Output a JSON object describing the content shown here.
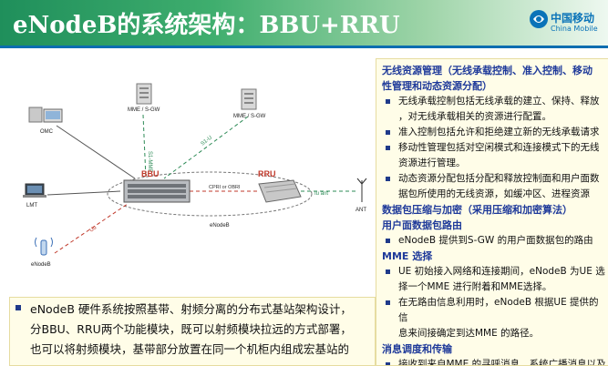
{
  "header": {
    "title": "eNodeB的系统架构：BBU+RRU"
  },
  "logo": {
    "cn": "中国移动",
    "en": "China Mobile"
  },
  "diagram": {
    "nodes": {
      "mme_top": "MME / S-GW",
      "mme_right": "MME / S-GW",
      "omc": "OMC",
      "lmt": "LMT",
      "enodeb_ue": "eNodeB",
      "ant": "ANT",
      "bbu": "BBU",
      "rru": "RRU",
      "enodeb_caption": "eNodeB"
    },
    "links": {
      "s1_mme": "S1-MME",
      "s1_u": "S1-U",
      "cpri": "CPRI or OBRI",
      "iu_ant": "Iu ant",
      "uu": "Uu"
    }
  },
  "left_panel": {
    "lines": [
      "eNodeB 硬件系统按照基带、射频分离的分布式基站架构设计，",
      "分BBU、RRU两个功能模块，既可以射频模块拉远的方式部署，",
      "也可以将射频模块，基带部分放置在同一个机柜内组成宏基站的"
    ]
  },
  "right_panel": {
    "sections": [
      {
        "heading": "无线资源管理（无线承载控制、准入控制、移动性管理和动态资源分配）",
        "heading_lines": [
          "无线资源管理（无线承载控制、准入控制、移动",
          "性管理和动态资源分配）"
        ],
        "items": [
          [
            "无线承载控制包括无线承载的建立、保持、释放",
            "，对无线承载相关的资源进行配置。"
          ],
          [
            "准入控制包括允许和拒绝建立新的无线承载请求"
          ],
          [
            "移动性管理包括对空闲模式和连接模式下的无线",
            "资源进行管理。"
          ],
          [
            "动态资源分配包括分配和释放控制面和用户面数",
            "据包所使用的无线资源，如缓冲区、进程资源"
          ]
        ]
      },
      {
        "heading_lines": [
          "数据包压缩与加密（采用压缩和加密算法）"
        ],
        "items": []
      },
      {
        "heading_lines": [
          "用户面数据包路由"
        ],
        "items": [
          [
            "eNodeB 提供到S-GW 的用户面数据包的路由"
          ]
        ]
      },
      {
        "heading_lines": [
          "MME 选择"
        ],
        "items": [
          [
            "UE 初始接入网络和连接期间，eNodeB 为UE 选",
            "择一个MME 进行附着和MME选择。"
          ],
          [
            "在无路由信息利用时，eNodeB 根据UE 提供的信",
            "息来间接确定到达MME 的路径。"
          ]
        ]
      },
      {
        "heading_lines": [
          "消息调度和传输"
        ],
        "items": [
          [
            "接收到来自MME 的寻呼消息、系统广播消息以及"
          ]
        ]
      }
    ]
  }
}
